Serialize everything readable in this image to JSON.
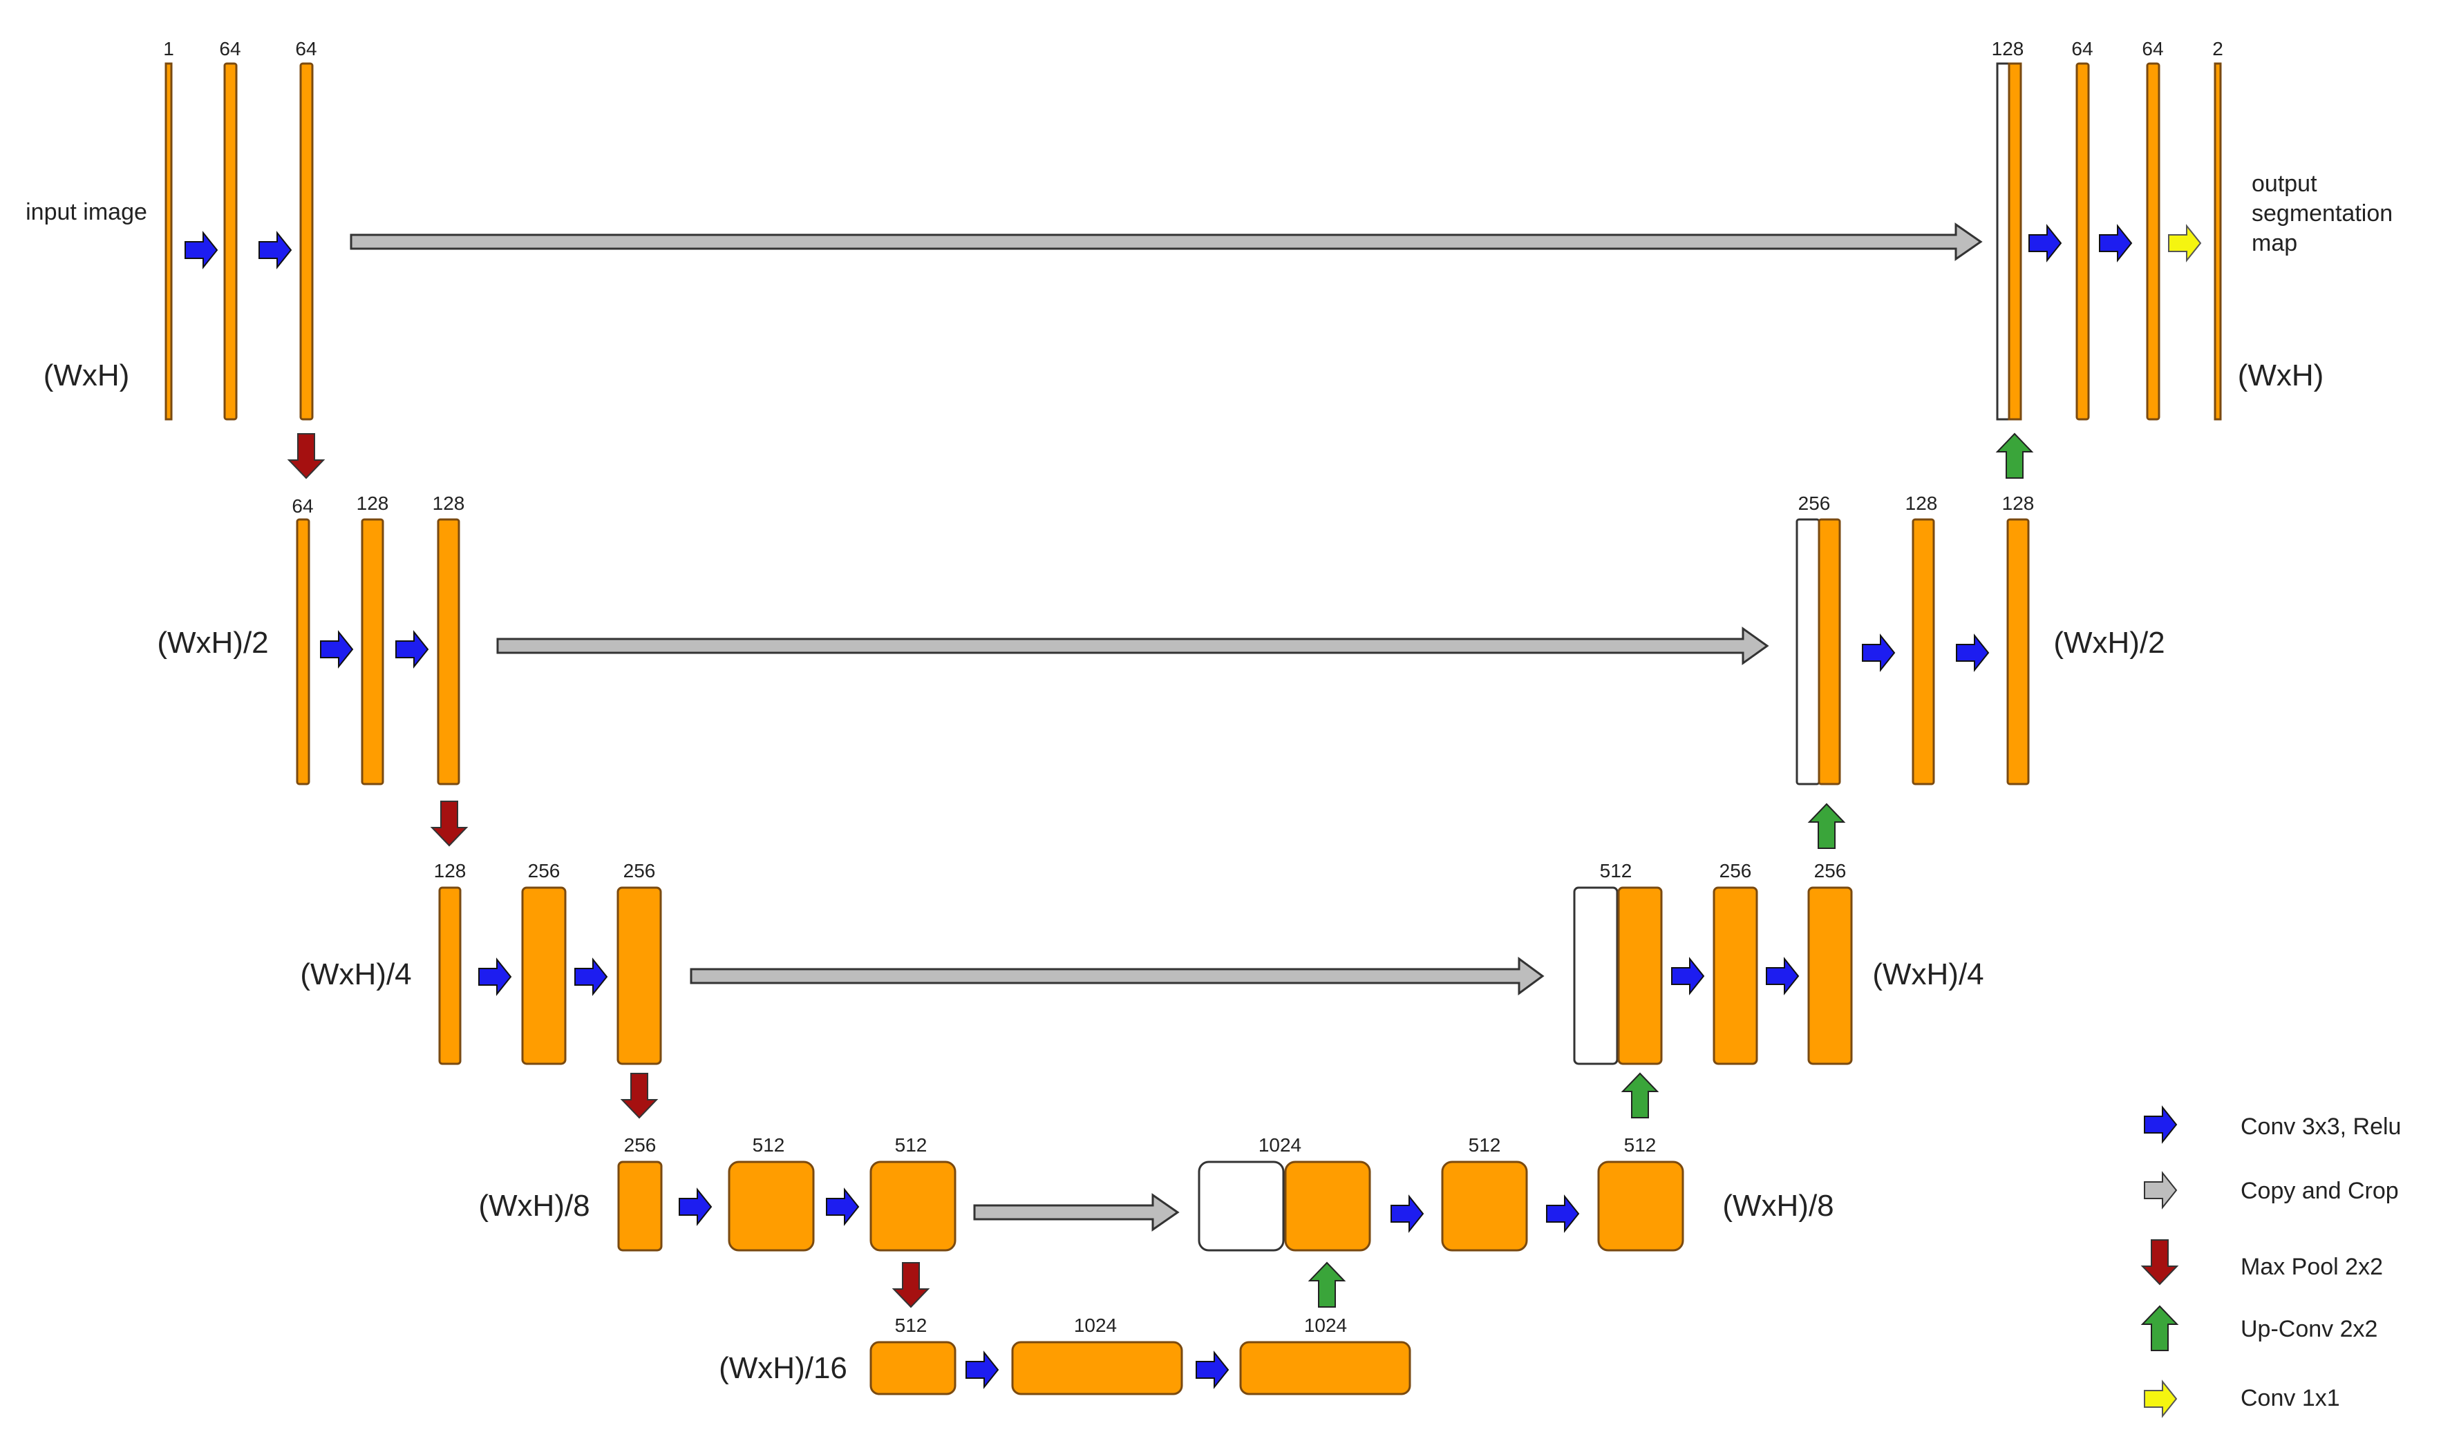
{
  "labels": {
    "input_image": "input image",
    "output_segmentation": [
      "output",
      "segmentation",
      "map"
    ],
    "res1": "(WxH)",
    "res2": "(WxH)/2",
    "res4": "(WxH)/4",
    "res8": "(WxH)/8",
    "res16": "(WxH)/16"
  },
  "levels": [
    {
      "name": "level-1",
      "encoder_channels": [
        "1",
        "64",
        "64"
      ],
      "decoder_channels": [
        "128",
        "64",
        "64",
        "2"
      ]
    },
    {
      "name": "level-2",
      "encoder_channels": [
        "64",
        "128",
        "128"
      ],
      "decoder_channels": [
        "256",
        "128",
        "128"
      ]
    },
    {
      "name": "level-3",
      "encoder_channels": [
        "128",
        "256",
        "256"
      ],
      "decoder_channels": [
        "512",
        "256",
        "256"
      ]
    },
    {
      "name": "level-4",
      "encoder_channels": [
        "256",
        "512",
        "512"
      ],
      "decoder_channels": [
        "1024",
        "512",
        "512"
      ]
    },
    {
      "name": "bottleneck",
      "channels": [
        "512",
        "1024",
        "1024"
      ]
    }
  ],
  "legend": [
    {
      "label": "Conv 3x3, Relu",
      "arrow": "right-arrow-icon",
      "color": "#1d1df0"
    },
    {
      "label": "Copy and Crop",
      "arrow": "right-arrow-icon",
      "color": "#bdbdbd"
    },
    {
      "label": "Max Pool 2x2",
      "arrow": "down-arrow-icon",
      "color": "#a51010"
    },
    {
      "label": "Up-Conv 2x2",
      "arrow": "up-arrow-icon",
      "color": "#3aa53a"
    },
    {
      "label": "Conv 1x1",
      "arrow": "right-arrow-icon",
      "color": "#f5f510"
    }
  ],
  "colors": {
    "feature_map": "#ff9d00",
    "feature_map_border": "#7a4a10",
    "copy_map": "#ffffff",
    "conv_arrow": "#1d1df0",
    "copy_arrow": "#bdbdbd",
    "pool_arrow": "#a51010",
    "upconv_arrow": "#3aa53a",
    "final_conv_arrow": "#f5f510"
  }
}
